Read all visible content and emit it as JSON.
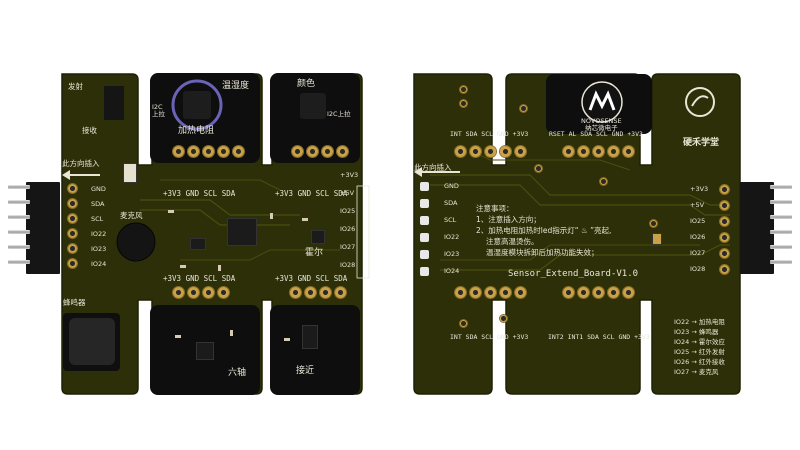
{
  "colors": {
    "pcb": "#2c2f08",
    "pcb_edge": "#1e2005",
    "silk": "#e9e6d6",
    "gold": "#c9a247",
    "black_area": "#0e0e0e"
  },
  "left_board": {
    "arrow_label": "此方向插入",
    "header_pins": [
      "GND",
      "SDA",
      "SCL",
      "IO22",
      "IO23",
      "IO24"
    ],
    "emit_label": "发射",
    "receive_label": "接收",
    "mic_label": "麦克风",
    "buzzer_label": "蜂鸣器",
    "temp_hum_label": "温湿度",
    "heater_label": "加热电阻",
    "color_label": "颜色",
    "i2c_addr_1": "I2C\n上拉",
    "i2c_addr_2": "I2C上拉",
    "top_header_1": "+3V3 GND SCL SDA",
    "top_header_2": "+3V3 GND SCL SDA",
    "right_header": [
      "+3V3",
      "+5V",
      "IO25",
      "IO26",
      "IO27",
      "IO28"
    ],
    "hall_label": "霍尔",
    "bottom_header_1": "+3V3 GND SCL SDA",
    "bottom_header_2": "+3V3 GND SCL SDA",
    "six_axis_label": "六轴",
    "proximity_label": "接近"
  },
  "right_board": {
    "arrow_label": "此方向插入",
    "left_pins": [
      "GND",
      "SDA",
      "SCL",
      "IO22",
      "IO23",
      "IO24"
    ],
    "right_pins": [
      "+3V3",
      "+5V",
      "IO25",
      "IO26",
      "IO27",
      "IO28"
    ],
    "top_header_1": "INT SDA SCL GND +3V3",
    "top_header_2": "RSET AL SDA SCL GND +3V3",
    "brand_logo_text": "NOVOSENSE\n纳芯微电子",
    "company": "硬禾学堂",
    "notes_title": "注意事项：",
    "notes": [
      "1、注意插入方向；",
      "2、加热电阻加热时led指示灯“ ♨ ”亮起,",
      "注意高温烫伤。",
      "温湿度模块拆卸后加热功能失效；"
    ],
    "board_name": "Sensor_Extend_Board-V1.0",
    "bottom_header_1": "INT SDA SCL GND +3V3",
    "bottom_header_2": "INT2 INT1 SDA SCL GND +3V3",
    "legend": [
      "IO22 → 加热电阻",
      "IO23 → 蜂鸣器",
      "IO24 → 霍尔效应",
      "IO25 → 红外发射",
      "IO26 → 红外接收",
      "IO27 → 麦克风"
    ]
  }
}
